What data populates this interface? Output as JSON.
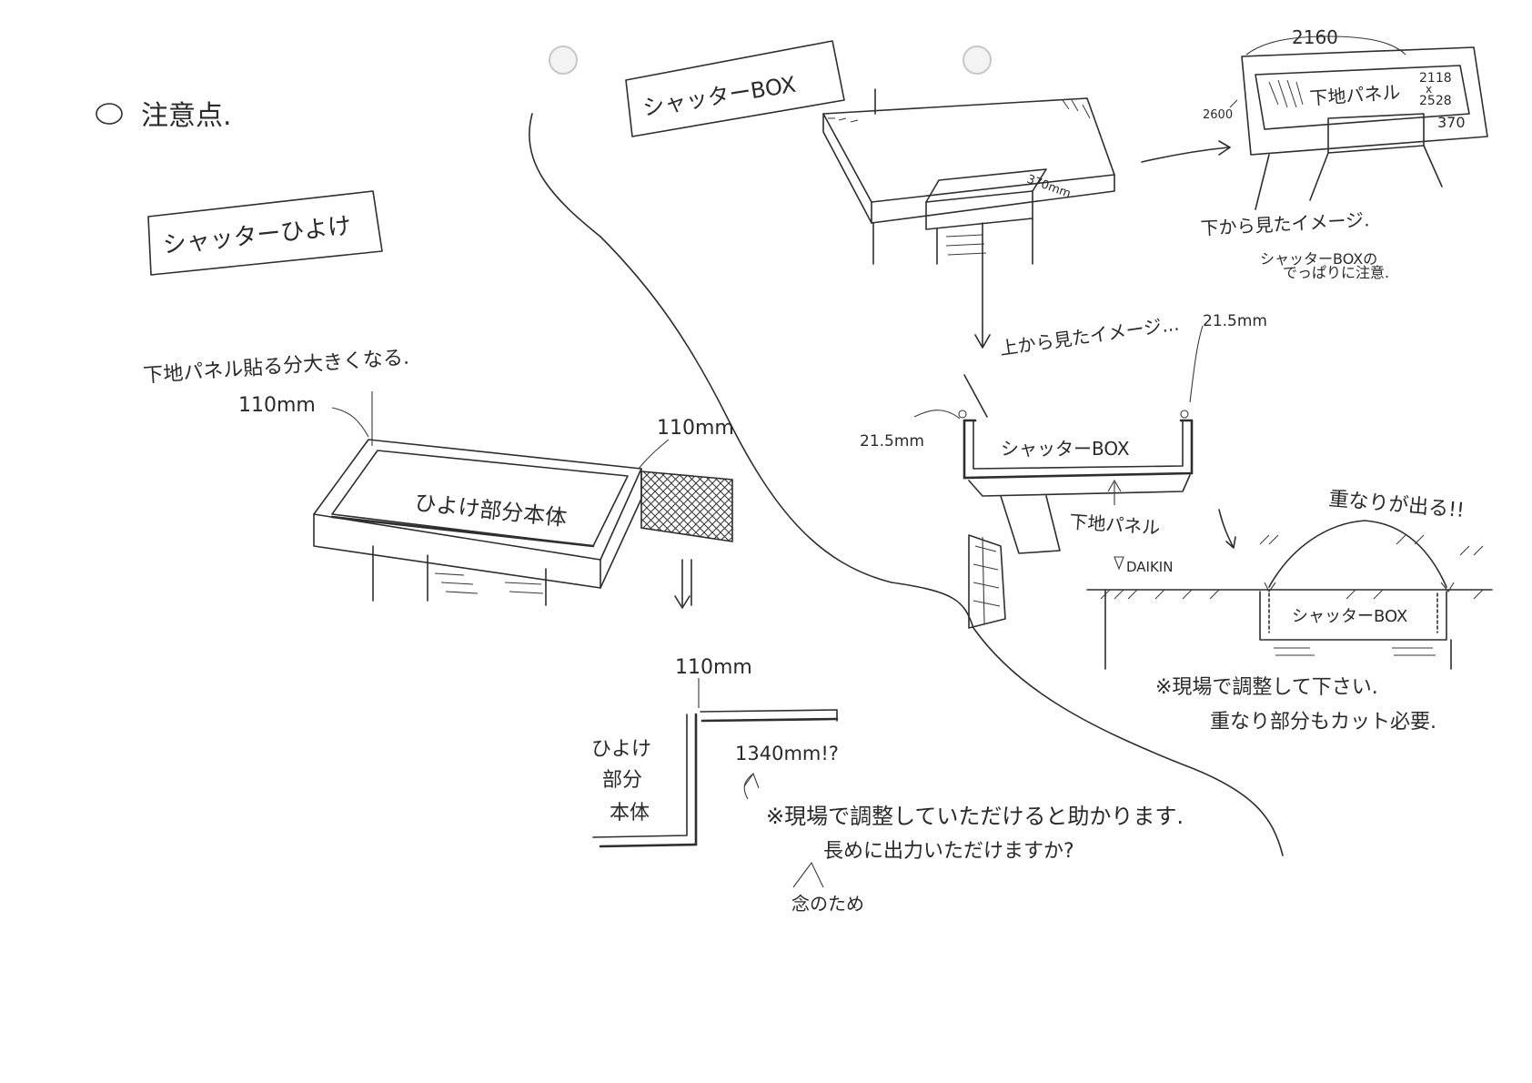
{
  "heading": "注意点.",
  "left": {
    "title": "シャッターひよけ",
    "note_top": "下地パネル貼る分大きくなる.",
    "dim_left": "110mm",
    "dim_right": "110mm",
    "body_label": "ひよけ部分本体",
    "section_dim_top": "110mm",
    "section_label_1": "ひよけ",
    "section_label_2": "部分",
    "section_label_3": "本体",
    "section_dim_len": "1340mm!?",
    "note_adjust": "※現場で調整していただけると助かります.",
    "note_long": "長めに出力いただけますか?",
    "note_reason": "念のため"
  },
  "right": {
    "title": "シャッターBOX",
    "dim_depth": "370mm",
    "dim_width": "2160",
    "dim_height": "2600",
    "panel_label": "下地パネル",
    "panel_size_1": "2118",
    "panel_size_x": "x",
    "panel_size_2": "2528",
    "dim_370": "370",
    "bottom_view_1": "下から見たイメージ.",
    "bottom_view_2": "シャッターBOXの",
    "bottom_view_3": "でっぱりに注意.",
    "top_view": "上から見たイメージ...",
    "dim_15_right": "21.5mm",
    "dim_15_left": "21.5mm",
    "box_label_top": "シャッターBOX",
    "panel_label_2": "下地パネル",
    "overlap_note": "重なりが出る!!",
    "brand": "DAIKIN",
    "box_label_bottom": "シャッターBOX",
    "note_adjust_1": "※現場で調整して下さい.",
    "note_adjust_2": "重なり部分もカット必要."
  }
}
